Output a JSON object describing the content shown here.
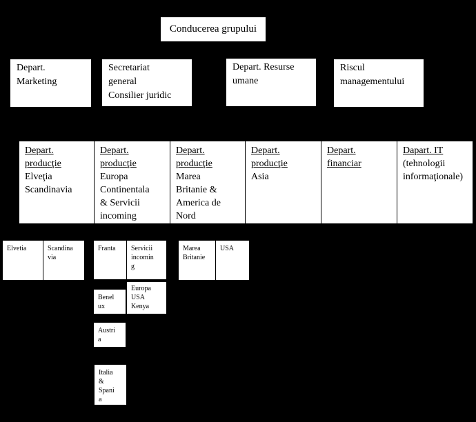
{
  "colors": {
    "background": "#000000",
    "box_fill": "#ffffff",
    "text": "#000000"
  },
  "title": {
    "label": "Conducerea grupului"
  },
  "level2": [
    {
      "name": "Depart. Marketing",
      "lines": [
        "Depart.",
        "Marketing"
      ]
    },
    {
      "name": "Secretariat general Consilier juridic",
      "lines": [
        "Secretariat",
        "general",
        "Consilier juridic"
      ]
    },
    {
      "name": "Depart. Resurse umane",
      "lines": [
        "Depart. Resurse",
        "umane"
      ]
    },
    {
      "name": "Riscul managementului",
      "lines": [
        "Riscul",
        "managementului"
      ]
    }
  ],
  "level3": [
    {
      "name": "Depart. producţie Elveţia Scandinavia",
      "underlined": [
        "Depart.",
        "producţie"
      ],
      "lines": [
        "Elveţia",
        "Scandinavia"
      ]
    },
    {
      "name": "Depart. producţie Europa Continentala & Servicii incoming",
      "underlined": [
        "Depart.",
        "producţie"
      ],
      "lines": [
        "Europa",
        "Continentala",
        "& Servicii",
        "incoming"
      ]
    },
    {
      "name": "Depart. producţie Marea Britanie & America de Nord",
      "underlined": [
        "Depart.",
        "producţie"
      ],
      "lines": [
        "Marea",
        "Britanie &",
        "America de",
        "Nord"
      ]
    },
    {
      "name": "Depart. producţie Asia",
      "underlined": [
        "Depart.",
        "producţie"
      ],
      "lines": [
        "Asia"
      ]
    },
    {
      "name": "Depart. financiar",
      "underlined": [
        "Depart.",
        "financiar"
      ],
      "lines": []
    },
    {
      "name": "Dapart. IT (tehnologii informaţionale)",
      "underlined": [
        "Dapart. IT"
      ],
      "lines": [
        "(tehnologii",
        "informaţionale)"
      ]
    }
  ],
  "level4": [
    {
      "name": "Elvetia",
      "lines": [
        "Elvetia"
      ]
    },
    {
      "name": "Scandinavia",
      "lines": [
        "Scandina",
        "via"
      ]
    },
    {
      "name": "Franta",
      "lines": [
        "Franta"
      ]
    },
    {
      "name": "Servicii incoming",
      "lines": [
        "Servicii",
        "incomin",
        "g"
      ]
    },
    {
      "name": "Marea Britanie",
      "lines": [
        "Marea",
        "Britanie"
      ]
    },
    {
      "name": "USA",
      "lines": [
        "USA"
      ]
    },
    {
      "name": "Benelux",
      "lines": [
        "Benel",
        "ux"
      ]
    },
    {
      "name": "Europa USA Kenya",
      "lines": [
        "Europa",
        "USA",
        "Kenya"
      ]
    },
    {
      "name": "Austria",
      "lines": [
        "Austri",
        "a"
      ]
    },
    {
      "name": "Italia & Spania",
      "lines": [
        "Italia",
        "&",
        "Spani",
        "a"
      ]
    }
  ]
}
